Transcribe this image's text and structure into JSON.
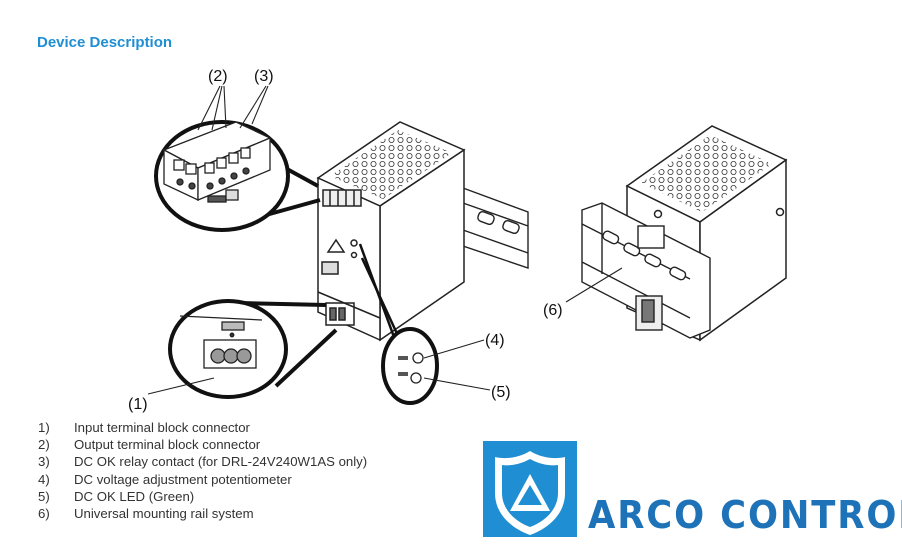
{
  "section_title": "Device Description",
  "callouts": [
    "(1)",
    "(2)",
    "(3)",
    "(4)",
    "(5)",
    "(6)"
  ],
  "legend": [
    {
      "number": "1)",
      "text": "Input terminal block connector"
    },
    {
      "number": "2)",
      "text": "Output terminal block connector"
    },
    {
      "number": "3)",
      "text": "DC OK relay contact (for DRL-24V240W1AS only)"
    },
    {
      "number": "4)",
      "text": "DC voltage adjustment potentiometer"
    },
    {
      "number": "5)",
      "text": "DC OK LED (Green)"
    },
    {
      "number": "6)",
      "text": "Universal mounting rail system"
    }
  ],
  "brand": {
    "name": "ARCO CONTROL",
    "color": "#1d72b8",
    "accent": "#1f8ed2"
  }
}
